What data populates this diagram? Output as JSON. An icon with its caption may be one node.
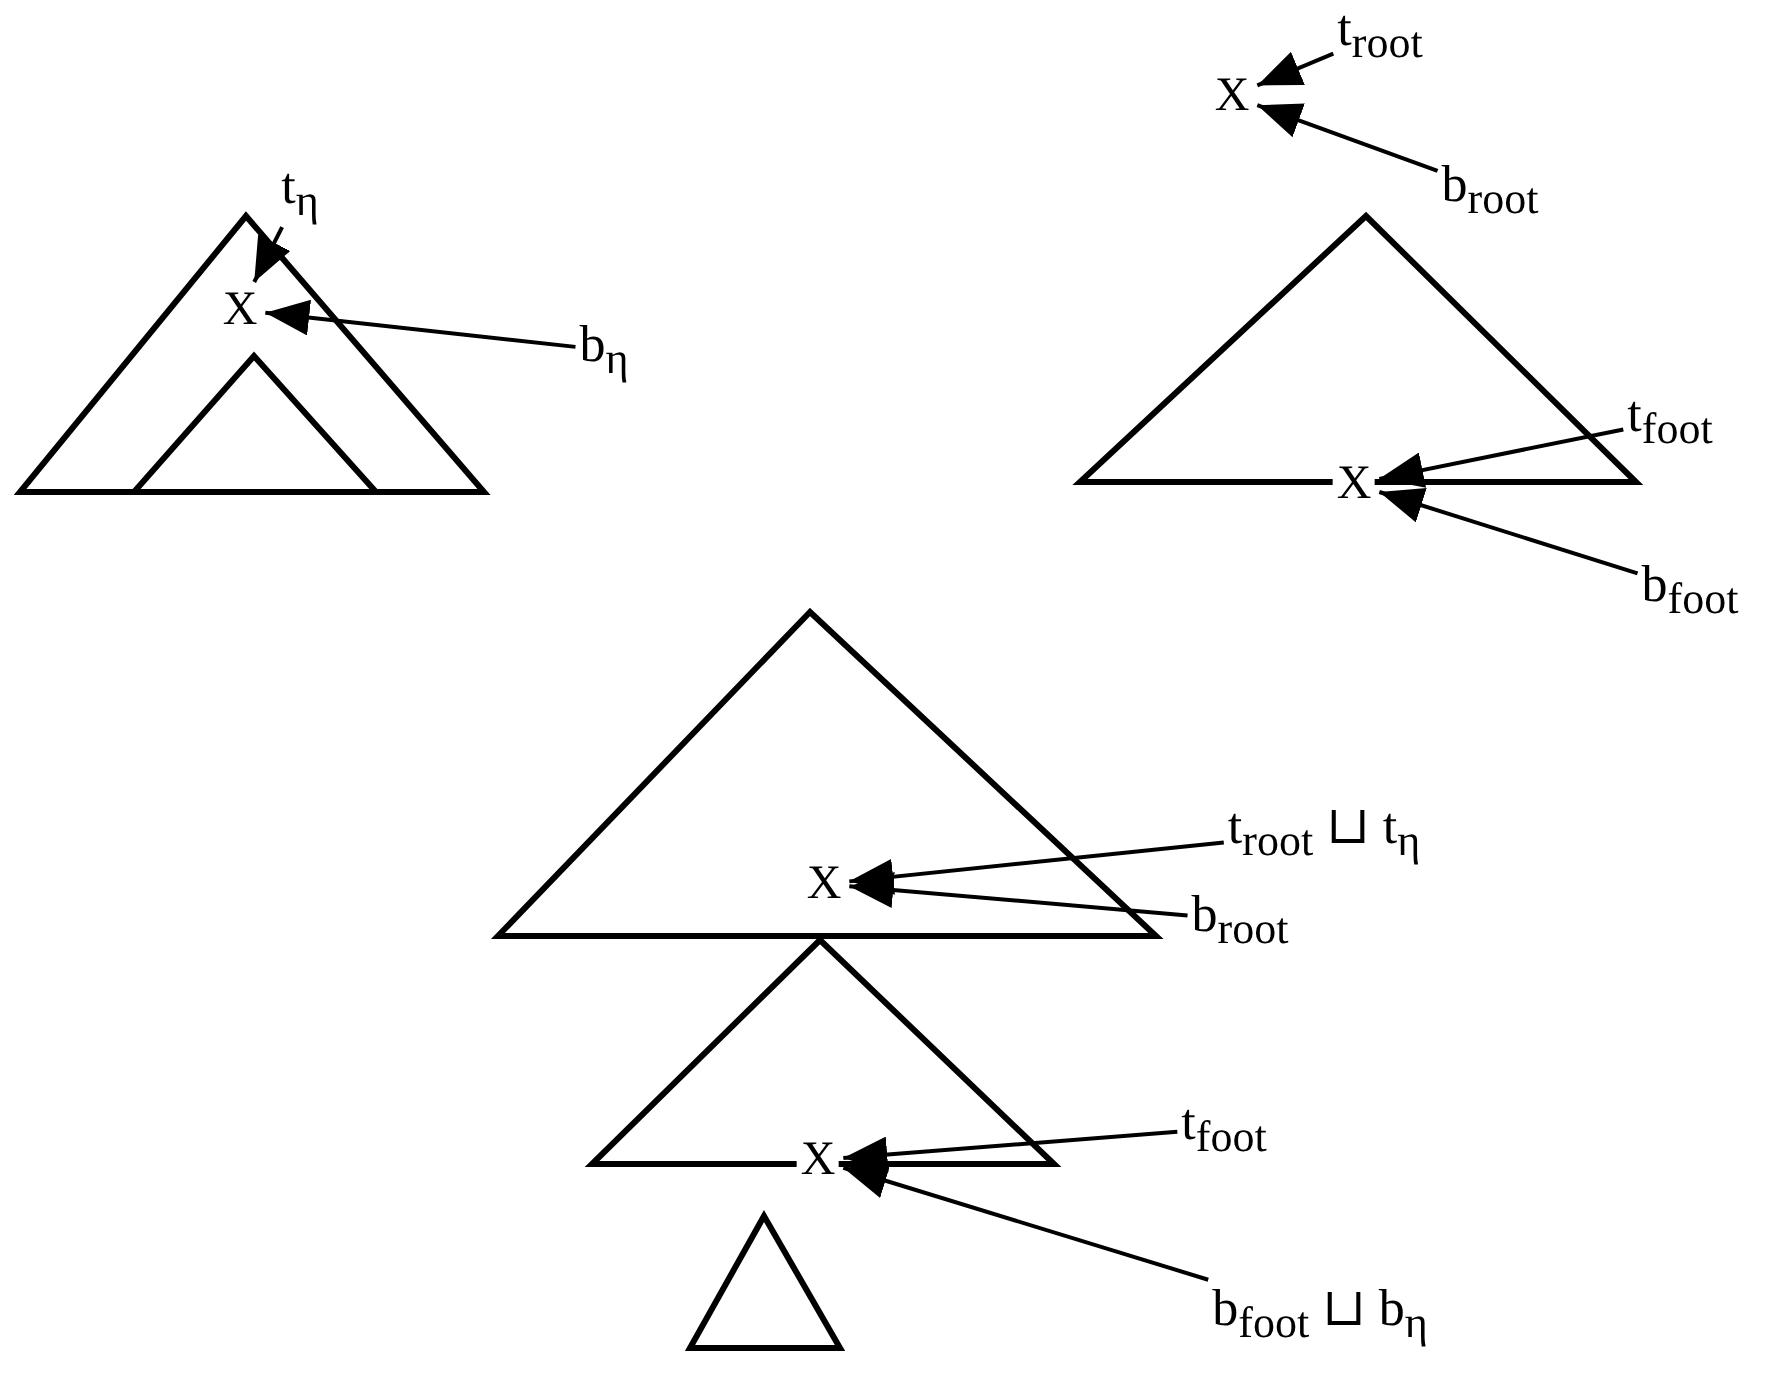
{
  "diagram": {
    "nodes": [
      {
        "text": [
          "t$_{η}$"
        ]
      },
      {
        "text": [
          "X"
        ]
      },
      {
        "text": [
          "b$_{η}$"
        ]
      },
      {
        "text": [
          "t$_{root}$"
        ]
      },
      {
        "text": [
          "X"
        ]
      },
      {
        "text": [
          "b$_{root}$"
        ]
      },
      {
        "text": [
          "t$_{foot}$"
        ]
      },
      {
        "text": [
          "X"
        ]
      },
      {
        "text": [
          "b$_{foot}$"
        ]
      },
      {
        "text": [
          "t$_{root}$ ⊔ t$_{η}$"
        ]
      },
      {
        "text": [
          "X"
        ]
      },
      {
        "text": [
          "b$_{root}$"
        ]
      },
      {
        "text": [
          "t$_{foot}$"
        ]
      },
      {
        "text": [
          "X"
        ]
      },
      {
        "text": [
          "b$_{foot}$ ⊔ b$_{η}$"
        ]
      }
    ],
    "edges": [
      {
        "from": 0,
        "to": 1,
        "arrow": "to"
      },
      {
        "from": 2,
        "to": 1,
        "arrow": "to"
      },
      {
        "from": 3,
        "to": 4,
        "arrow": "to"
      },
      {
        "from": 5,
        "to": 4,
        "arrow": "to"
      },
      {
        "from": 6,
        "to": 7,
        "arrow": "to"
      },
      {
        "from": 8,
        "to": 7,
        "arrow": "to"
      },
      {
        "from": 9,
        "to": 10,
        "arrow": "to"
      },
      {
        "from": 11,
        "to": 10,
        "arrow": "to"
      },
      {
        "from": 12,
        "to": 13,
        "arrow": "to"
      },
      {
        "from": 14,
        "to": 13,
        "arrow": "to"
      }
    ]
  }
}
